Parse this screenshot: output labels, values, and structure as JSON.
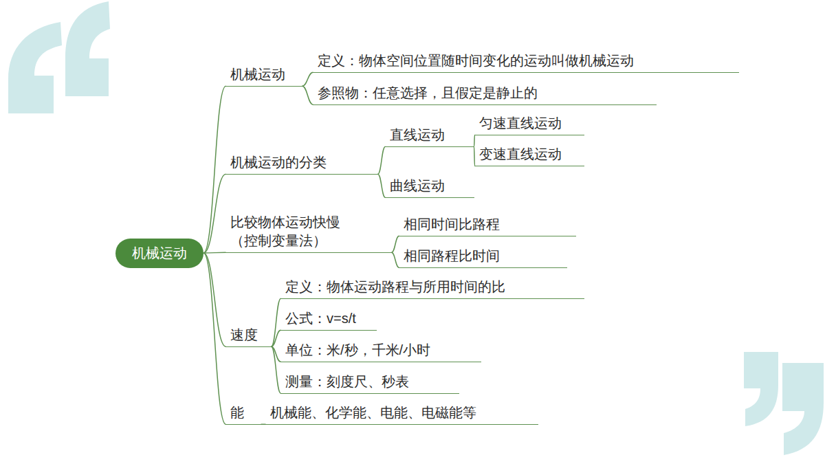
{
  "diagram": {
    "nodes": [
      {
        "text": [
          "机械运动"
        ]
      },
      {
        "text": [
          "机械运动"
        ]
      },
      {
        "text": [
          "定义：物体空间位置随时间变化的运动叫做机械运动"
        ]
      },
      {
        "text": [
          "参照物：任意选择，且假定是静止的"
        ]
      },
      {
        "text": [
          "机械运动的分类"
        ]
      },
      {
        "text": [
          "直线运动"
        ]
      },
      {
        "text": [
          "匀速直线运动"
        ]
      },
      {
        "text": [
          "变速直线运动"
        ]
      },
      {
        "text": [
          "曲线运动"
        ]
      },
      {
        "text": [
          "比较物体运动快慢 （控制变量法）"
        ]
      },
      {
        "text": [
          "相同时间比路程"
        ]
      },
      {
        "text": [
          "相同路程比时间"
        ]
      },
      {
        "text": [
          "速度"
        ]
      },
      {
        "text": [
          "定义：物体运动路程与所用时间的比"
        ]
      },
      {
        "text": [
          "公式：v=s/t"
        ]
      },
      {
        "text": [
          "单位：米/秒，千米/小时"
        ]
      },
      {
        "text": [
          "测量：刻度尺、秒表"
        ]
      },
      {
        "text": [
          "能"
        ]
      },
      {
        "text": [
          "机械能、化学能、电能、电磁能等"
        ]
      }
    ],
    "edges": [
      {
        "from": 0,
        "to": 1,
        "arrow": "none"
      },
      {
        "from": 1,
        "to": 2,
        "arrow": "none"
      },
      {
        "from": 1,
        "to": 3,
        "arrow": "none"
      },
      {
        "from": 0,
        "to": 4,
        "arrow": "none"
      },
      {
        "from": 4,
        "to": 5,
        "arrow": "none"
      },
      {
        "from": 5,
        "to": 6,
        "arrow": "none"
      },
      {
        "from": 5,
        "to": 7,
        "arrow": "none"
      },
      {
        "from": 4,
        "to": 8,
        "arrow": "none"
      },
      {
        "from": 0,
        "to": 9,
        "arrow": "none"
      },
      {
        "from": 9,
        "to": 10,
        "arrow": "none"
      },
      {
        "from": 9,
        "to": 11,
        "arrow": "none"
      },
      {
        "from": 0,
        "to": 12,
        "arrow": "none"
      },
      {
        "from": 12,
        "to": 13,
        "arrow": "none"
      },
      {
        "from": 12,
        "to": 14,
        "arrow": "none"
      },
      {
        "from": 12,
        "to": 15,
        "arrow": "none"
      },
      {
        "from": 12,
        "to": 16,
        "arrow": "none"
      },
      {
        "from": 0,
        "to": 17,
        "arrow": "none"
      },
      {
        "from": 17,
        "to": 18,
        "arrow": "none"
      }
    ]
  }
}
